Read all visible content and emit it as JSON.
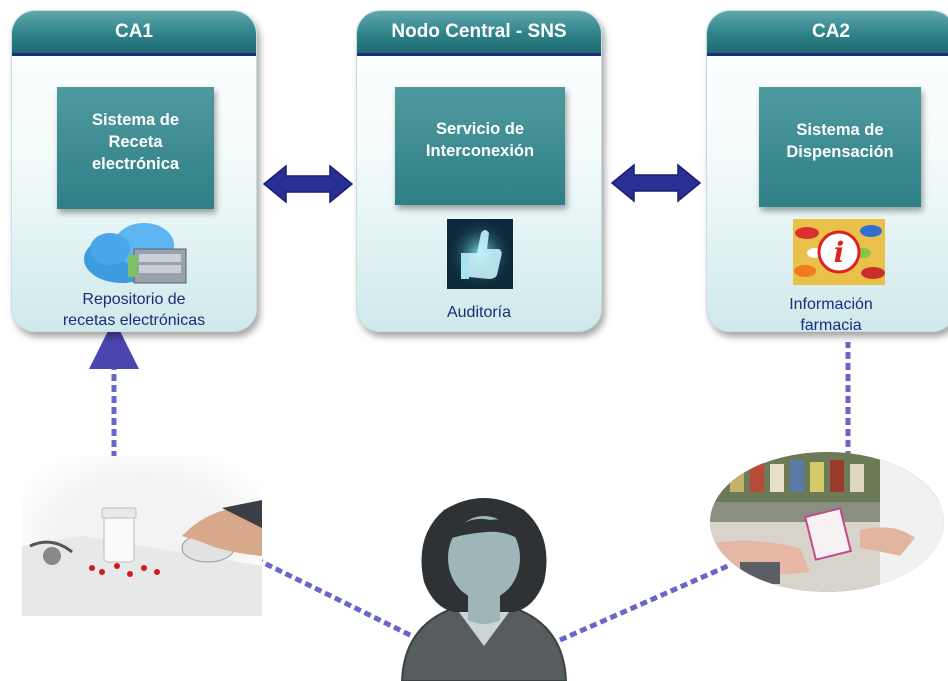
{
  "panels": [
    {
      "header": "CA1",
      "box": "Sistema de\nReceta\nelectrónica",
      "caption": "Repositorio de\nrecetas electrónicas"
    },
    {
      "header": "Nodo Central - SNS",
      "box": "Servicio de\nInterconexión",
      "caption": "Auditoría"
    },
    {
      "header": "CA2",
      "box": "Sistema de\nDispensación",
      "caption": "Información\nfarmacia"
    }
  ],
  "icons": {
    "cloud": "cloud-database-icon",
    "audit": "thumbs-up-icon",
    "info": "pharmacy-info-icon"
  },
  "colors": {
    "header": "#2f8289",
    "box": "#3a8a90",
    "caption": "#1b2c7a",
    "arrow": "#2a2f96",
    "connector": "#6a66c8"
  }
}
